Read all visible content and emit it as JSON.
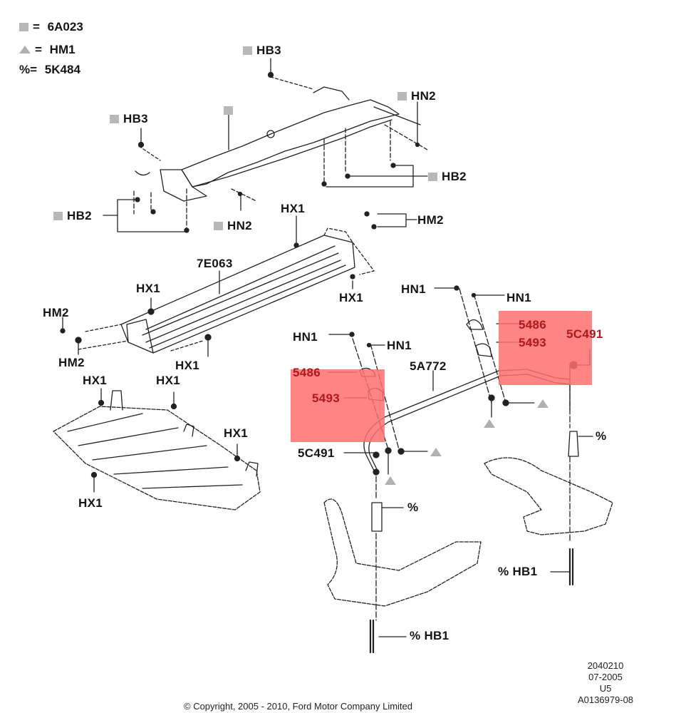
{
  "legend": [
    {
      "symbol": "gray-square",
      "equals": "=",
      "code": "6A023"
    },
    {
      "symbol": "gray-triangle",
      "equals": "=",
      "code": "HM1"
    },
    {
      "symbol": "%",
      "equals": "=",
      "code": "5K484"
    }
  ],
  "callouts": {
    "hb3_top": "HB3",
    "hb3_left": "HB3",
    "hn2_right": "HN2",
    "hn2_bottom": "HN2",
    "hb2_right": "HB2",
    "hb2_left": "HB2",
    "hx1_top": "HX1",
    "hm2_right": "HM2",
    "e7063": "7E063",
    "hx1_mid_left": "HX1",
    "hx1_mid_right": "HX1",
    "hm2_left_top": "HM2",
    "hm2_left_bottom": "HM2",
    "hx1_tank": "HX1",
    "hx1_shield_a": "HX1",
    "hx1_shield_b": "HX1",
    "hx1_shield_c": "HX1",
    "hx1_shield_d": "HX1",
    "hn1_a": "HN1",
    "hn1_b": "HN1",
    "hn1_c": "HN1",
    "hn1_d": "HN1",
    "p5486_left": "5486",
    "p5493_left": "5493",
    "p5486_right": "5486",
    "p5493_right": "5493",
    "p5c491_right": "5C491",
    "p5c491_left": "5C491",
    "p5a772": "5A772",
    "pct_right": "%",
    "pct_left": "%",
    "hb1_right": "% HB1",
    "hb1_left": "% HB1"
  },
  "highlight_color": "#ff6f6f",
  "footer": {
    "ref_number": "2040210",
    "date": "07-2005",
    "region": "U5",
    "illustration_id": "A0136979-08",
    "copyright": "© Copyright, 2005 - 2010, Ford Motor Company Limited"
  }
}
